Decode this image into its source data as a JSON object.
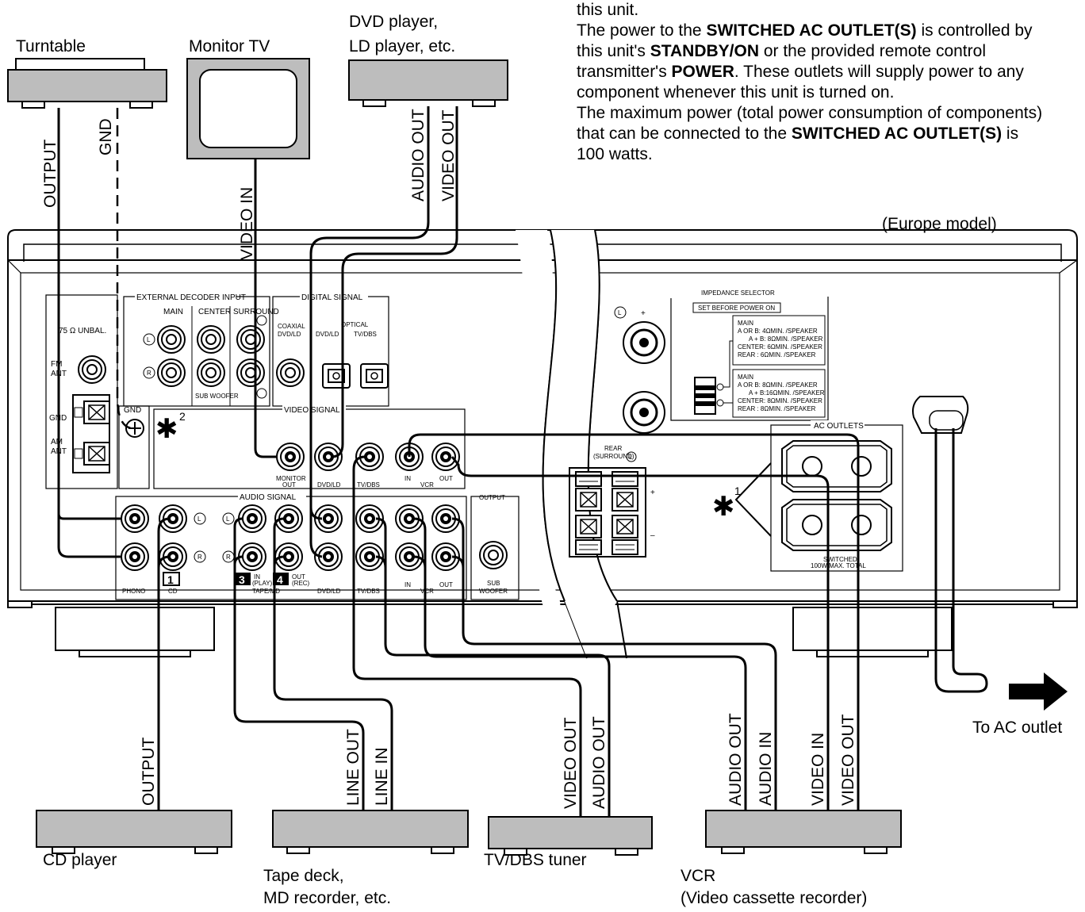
{
  "components": {
    "turntable": "Turntable",
    "monitor_tv": "Monitor TV",
    "dvd_player_line1": "DVD player,",
    "dvd_player_line2": "LD player, etc.",
    "cd_player": "CD player",
    "tape_deck_line1": "Tape deck,",
    "tape_deck_line2": "MD recorder, etc.",
    "tvdbs_tuner": "TV/DBS tuner",
    "vcr_line1": "VCR",
    "vcr_line2": "(Video cassette recorder)",
    "to_ac_outlet": "To AC outlet",
    "model": "(Europe model)"
  },
  "note": {
    "line1": "this unit.",
    "line2_a": "The power to the ",
    "line2_b": "SWITCHED AC OUTLET(S)",
    "line2_c": " is controlled by",
    "line3_a": "this unit's ",
    "line3_b": "STANDBY/ON",
    "line3_c": " or the provided remote control",
    "line4_a": "transmitter's ",
    "line4_b": "POWER",
    "line4_c": ".  These outlets will supply power to any",
    "line5": "component whenever this unit is turned on.",
    "line6": "The maximum power (total power consumption of components)",
    "line7_a": "that can be connected to the ",
    "line7_b": "SWITCHED AC OUTLET(S)",
    "line7_c": " is",
    "line8": "100 watts."
  },
  "cables": {
    "turntable_output": "OUTPUT",
    "turntable_gnd": "GND",
    "monitor_video_in": "VIDEO IN",
    "dvd_audio_out": "AUDIO OUT",
    "dvd_video_out": "VIDEO OUT",
    "cd_output": "OUTPUT",
    "tape_line_out": "LINE OUT",
    "tape_line_in": "LINE IN",
    "tuner_video_out": "VIDEO OUT",
    "tuner_audio_out": "AUDIO OUT",
    "vcr_audio_out": "AUDIO OUT",
    "vcr_audio_in": "AUDIO IN",
    "vcr_video_in": "VIDEO IN",
    "vcr_video_out": "VIDEO OUT"
  },
  "panel": {
    "external_decoder_input": "EXTERNAL DECODER INPUT",
    "main": "MAIN",
    "center": "CENTER",
    "surround": "SURROUND",
    "sub_woofer": "SUB WOOFER",
    "digital_signal": "DIGITAL SIGNAL",
    "coaxial": "COAXIAL",
    "optical": "OPTICAL",
    "dvd_ld": "DVD/LD",
    "tv_dbs": "TV/DBS",
    "unbal": "75 Ω UNBAL.",
    "fm_ant_1": "FM",
    "fm_ant_2": "ANT",
    "gnd": "GND",
    "am_ant_1": "AM",
    "am_ant_2": "ANT",
    "video_signal": "VIDEO SIGNAL",
    "monitor_out_1": "MONITOR",
    "monitor_out_2": "OUT",
    "in": "IN",
    "out": "OUT",
    "vcr": "VCR",
    "audio_signal": "AUDIO SIGNAL",
    "phono": "PHONO",
    "cd": "CD",
    "tape_md": "TAPE/MD",
    "in_play_1": "IN",
    "in_play_2": "(PLAY)",
    "out_rec_1": "OUT",
    "out_rec_2": "(REC)",
    "output": "OUTPUT",
    "sub_1": "SUB",
    "sub_2": "WOOFER",
    "L": "L",
    "R": "R",
    "num1": "1",
    "num3": "3",
    "num4": "4",
    "impedance_selector": "IMPEDANCE SELECTOR",
    "set_before": "SET BEFORE POWER ON",
    "imp_a": [
      "MAIN",
      "A OR B: 4ΩMIN. /SPEAKER",
      "A + B: 8ΩMIN. /SPEAKER",
      "CENTER: 6ΩMIN. /SPEAKER",
      "REAR  : 6ΩMIN. /SPEAKER"
    ],
    "imp_b": [
      "MAIN",
      "A OR B: 8ΩMIN. /SPEAKER",
      "A + B:16ΩMIN. /SPEAKER",
      "CENTER: 8ΩMIN. /SPEAKER",
      "REAR  : 8ΩMIN. /SPEAKER"
    ],
    "ac_outlets": "AC OUTLETS",
    "switched_1": "SWITCHED",
    "switched_2": "100W MAX. TOTAL",
    "rear_1": "REAR",
    "rear_2": "(SURROUND)",
    "plus": "+",
    "minus": "–",
    "star": "✱",
    "star1": "1",
    "star2": "2"
  }
}
